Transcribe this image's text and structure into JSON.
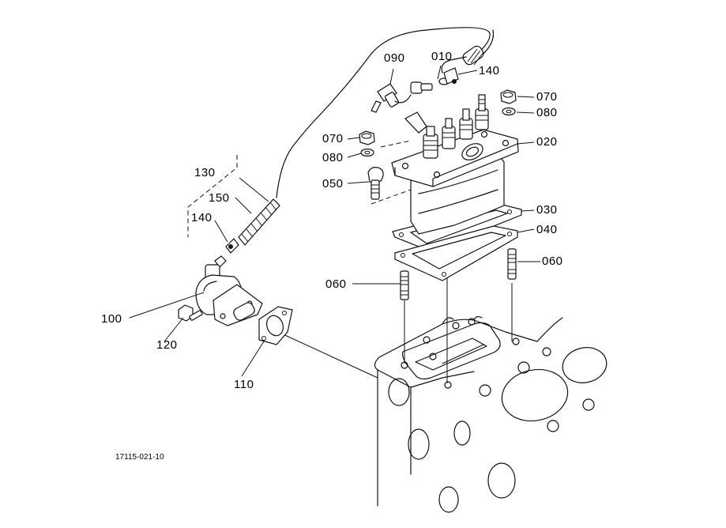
{
  "figure_number": "17115-021-10",
  "callouts": {
    "c090": "090",
    "c010": "010",
    "c140_top": "140",
    "c070_right": "070",
    "c080_right": "080",
    "c020": "020",
    "c070_left": "070",
    "c080_left": "080",
    "c050": "050",
    "c030": "030",
    "c040": "040",
    "c060_right": "060",
    "c060_left": "060",
    "c130": "130",
    "c150": "150",
    "c140_left": "140",
    "c100": "100",
    "c120": "120",
    "c110": "110"
  }
}
